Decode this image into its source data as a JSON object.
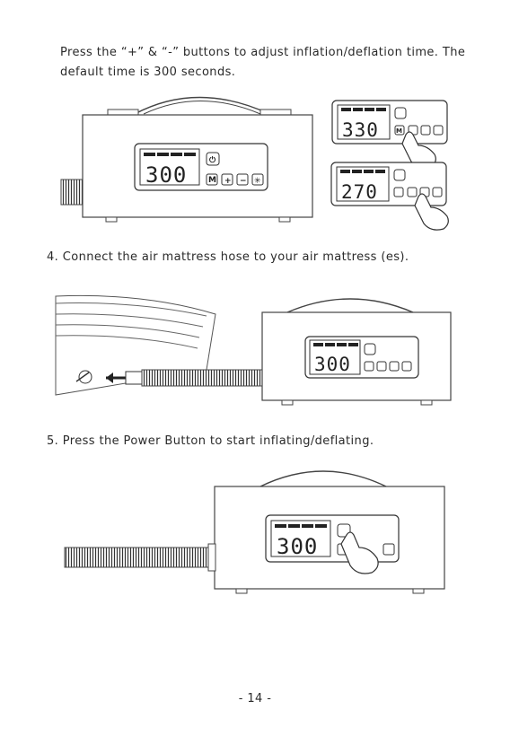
{
  "step_text": "Press the “+” & “-” buttons to adjust inflation/deflation time. The default time is 300 seconds.",
  "step4": "4. Connect the air mattress hose to your air mattress (es).",
  "step5": "5. Press the Power Button to start inflating/deflating.",
  "page_number": "- 14 -",
  "displays": {
    "fig1_main": "300",
    "fig1_plus": "330",
    "fig1_minus": "270",
    "fig2": "300",
    "fig3": "300"
  },
  "buttons": {
    "mode": "M",
    "plus": "+",
    "minus": "−",
    "light": "✳"
  }
}
